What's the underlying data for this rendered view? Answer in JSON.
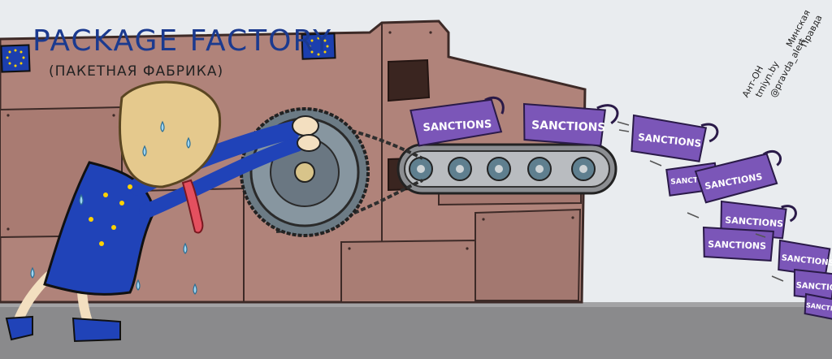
{
  "sign": {
    "title": "PACKAGE FACTORY",
    "subtitle": "(ПАКЕТНАЯ ФАБРИКА)"
  },
  "credits": {
    "author": "Ант-ОН",
    "site": "tmiyn.by",
    "city": "Минская",
    "paper": "Правда",
    "handle": "@pravda_alert"
  },
  "bags": [
    {
      "label": "SANCTIONS"
    },
    {
      "label": "SANCTIONS"
    },
    {
      "label": "SANCTIONS"
    },
    {
      "label": "SANCTIONS"
    },
    {
      "label": "SANCTIONS"
    },
    {
      "label": "SANCTIONS"
    },
    {
      "label": "SANCTIONS"
    },
    {
      "label": "SANCTIONS"
    },
    {
      "label": "SANCTIONS"
    },
    {
      "label": "SANCTIONS"
    }
  ],
  "colors": {
    "wall": "#b0837a",
    "bag": "#7b56b8",
    "eu_blue": "#1c3fae",
    "eu_star": "#ffd200",
    "sky": "#e9ecef"
  }
}
